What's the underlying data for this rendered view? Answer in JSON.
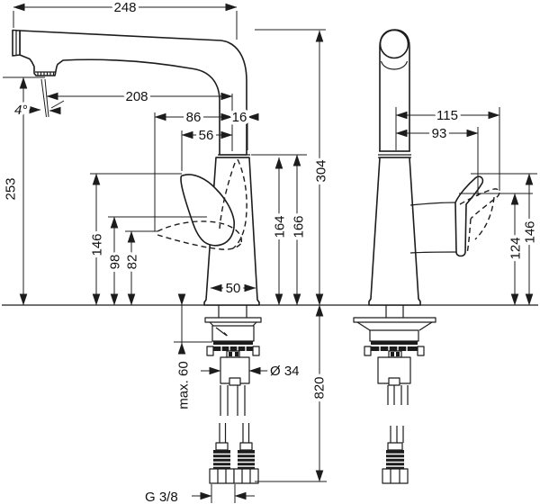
{
  "drawing": {
    "side_view": {
      "spout_reach": "248",
      "aerator_reach": "208",
      "spray_angle": "4°",
      "aerator_height": "253",
      "handle_back_reach": "86",
      "rear_offset": "16",
      "handle_front_reach": "56",
      "handle_up_height": "146",
      "handle_mid_height": "98",
      "handle_down_height": "82",
      "base_width": "50",
      "total_height": "304",
      "spout_base_height_a": "164",
      "spout_base_height_b": "166"
    },
    "front_view": {
      "handle_out_reach": "115",
      "handle_reach": "93",
      "handle_down_height": "124",
      "handle_up_height": "146"
    },
    "installation": {
      "max_deck_thickness": "max. 60",
      "shank_diameter": "Ø 34",
      "hose_length": "820",
      "connection_thread": "G 3/8"
    }
  }
}
